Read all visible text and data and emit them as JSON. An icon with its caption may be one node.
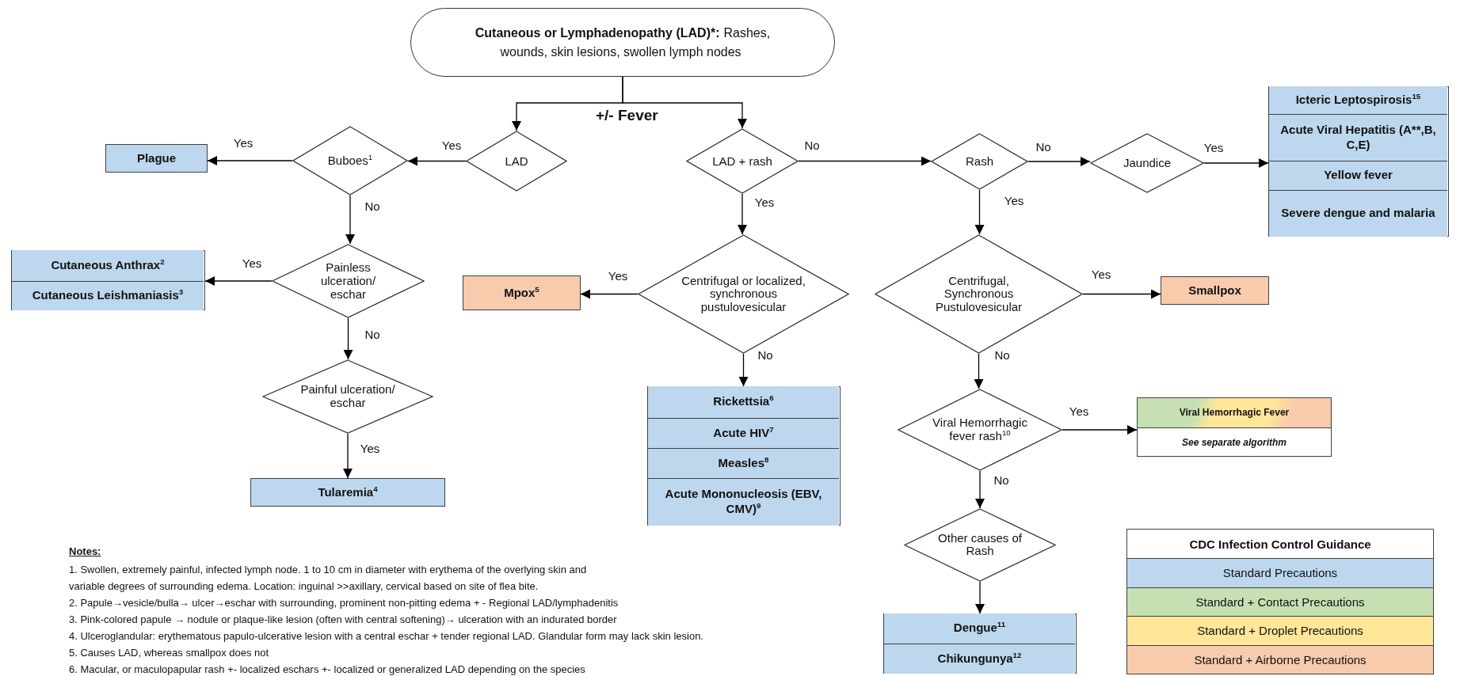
{
  "diagram": {
    "nodes": [
      {
        "text": [
          "Cutaneous or Lymphadenopathy (LAD)*:",
          "Rashes, wounds, skin lesions, swollen lymph nodes"
        ]
      },
      {
        "text": [
          "LAD"
        ]
      },
      {
        "text": [
          "Buboes$^{1}$"
        ]
      },
      {
        "text": [
          "Plague"
        ]
      },
      {
        "text": [
          "Painless ulceration/ eschar"
        ]
      },
      {
        "text": [],
        "shape": "box"
      },
      {
        "text": [
          "Cutaneous Anthrax$^{2}$"
        ],
        "in": 5
      },
      {
        "text": [
          "Cutaneous Leishmaniasis$^{3}$"
        ],
        "in": 5
      },
      {
        "text": [
          "Painful ulceration/ eschar"
        ]
      },
      {
        "text": [
          "Tularemia$^{4}$"
        ]
      },
      {
        "text": [
          "LAD + rash"
        ]
      },
      {
        "text": [
          "Centrifugal or localized, synchronous pustulovesicular"
        ]
      },
      {
        "text": [
          "Mpox$^{5}$"
        ]
      },
      {
        "text": [],
        "shape": "box"
      },
      {
        "text": [
          "Rickettsia$^{6}$"
        ],
        "in": 13
      },
      {
        "text": [
          "Acute HIV$^{7}$"
        ],
        "in": 13
      },
      {
        "text": [
          "Measles$^{8}$"
        ],
        "in": 13
      },
      {
        "text": [
          "Acute Mononucleosis (EBV, CMV)$^{9}$"
        ],
        "in": 13
      },
      {
        "text": [
          "Rash"
        ]
      },
      {
        "text": [
          "Jaundice"
        ]
      },
      {
        "text": [],
        "shape": "box"
      },
      {
        "text": [
          "Icteric Leptospirosis$^{15}$"
        ],
        "in": 20
      },
      {
        "text": [
          "Acute Viral Hepatitis (A**,B, C,E)"
        ],
        "in": 20
      },
      {
        "text": [
          "Yellow fever"
        ],
        "in": 20
      },
      {
        "text": [
          "Severe dengue and malaria"
        ],
        "in": 20
      },
      {
        "text": [
          "Centrifugal, Synchronous Pustulovesicular"
        ]
      },
      {
        "text": [
          "Smallpox"
        ]
      },
      {
        "text": [
          "Viral Hemorrhagic fever rash$^{10}$"
        ]
      },
      {
        "text": [
          "Viral Hemorrhagic Fever",
          "See separate algorithm"
        ]
      },
      {
        "text": [
          "Other causes of Rash"
        ]
      },
      {
        "text": [],
        "shape": "box"
      },
      {
        "text": [
          "Dengue$^{11}$"
        ],
        "in": 30
      },
      {
        "text": [
          "Chikungunya$^{12}$"
        ],
        "in": 30
      }
    ],
    "edges": [
      {
        "from": 0,
        "to": 1,
        "arrow": "to"
      },
      {
        "from": 0,
        "to": 10,
        "arrow": "to"
      },
      {
        "from": 1,
        "to": 2,
        "arrow": "to",
        "label": "Yes"
      },
      {
        "from": 2,
        "to": 3,
        "arrow": "to",
        "label": "Yes"
      },
      {
        "from": 2,
        "to": 4,
        "arrow": "to",
        "label": "No"
      },
      {
        "from": 4,
        "to": 5,
        "arrow": "to",
        "label": "Yes"
      },
      {
        "from": 4,
        "to": 8,
        "arrow": "to",
        "label": "No"
      },
      {
        "from": 8,
        "to": 9,
        "arrow": "to",
        "label": "Yes"
      },
      {
        "from": 10,
        "to": 18,
        "arrow": "to",
        "label": "No"
      },
      {
        "from": 10,
        "to": 11,
        "arrow": "to",
        "label": "Yes"
      },
      {
        "from": 11,
        "to": 12,
        "arrow": "to",
        "label": "Yes"
      },
      {
        "from": 11,
        "to": 13,
        "arrow": "to",
        "label": "No"
      },
      {
        "from": 18,
        "to": 19,
        "arrow": "to",
        "label": "No"
      },
      {
        "from": 19,
        "to": 20,
        "arrow": "to",
        "label": "Yes"
      },
      {
        "from": 18,
        "to": 25,
        "arrow": "to",
        "label": "Yes"
      },
      {
        "from": 25,
        "to": 26,
        "arrow": "to",
        "label": "Yes"
      },
      {
        "from": 25,
        "to": 27,
        "arrow": "to",
        "label": "No"
      },
      {
        "from": 27,
        "to": 28,
        "arrow": "to",
        "label": "Yes"
      },
      {
        "from": 27,
        "to": 29,
        "arrow": "to",
        "label": "No"
      },
      {
        "from": 29,
        "to": 30,
        "arrow": "to"
      }
    ],
    "labels": [
      "+/- Fever",
      "CDC Infection Control Guidance",
      "Notes:",
      "1. Swollen, extremely painful, infected lymph node. 1 to 10 cm in diameter with erythema of the overlying skin and variable degrees of surrounding edema. Location: inguinal >>axillary, cervical based on site of flea bite.",
      "2. Papule→vesicle/bulla→ ulcer→eschar with surrounding, prominent non-pitting edema + - Regional LAD/lymphadenitis",
      "3. Pink-colored papule → nodule or plaque-like lesion (often with central softening)→ ulceration with an indurated border",
      "4. Ulceroglandular: erythematous papulo-ulcerative lesion with a central eschar + tender regional LAD. Glandular form may lack skin lesion.",
      "5. Causes LAD, whereas smallpox does not",
      "6. Macular, or maculopapular rash +- localized eschars +- localized or generalized LAD depending on the species"
    ],
    "legend": [
      {
        "text": "Standard Precautions",
        "color": "#bdd7ee"
      },
      {
        "text": "Standard + Contact Precautions",
        "color": "#c6e0b4"
      },
      {
        "text": "Standard + Droplet Precautions",
        "color": "#ffe699"
      },
      {
        "text": "Standard + Airborne Precautions",
        "color": "#f8cbad"
      }
    ]
  }
}
